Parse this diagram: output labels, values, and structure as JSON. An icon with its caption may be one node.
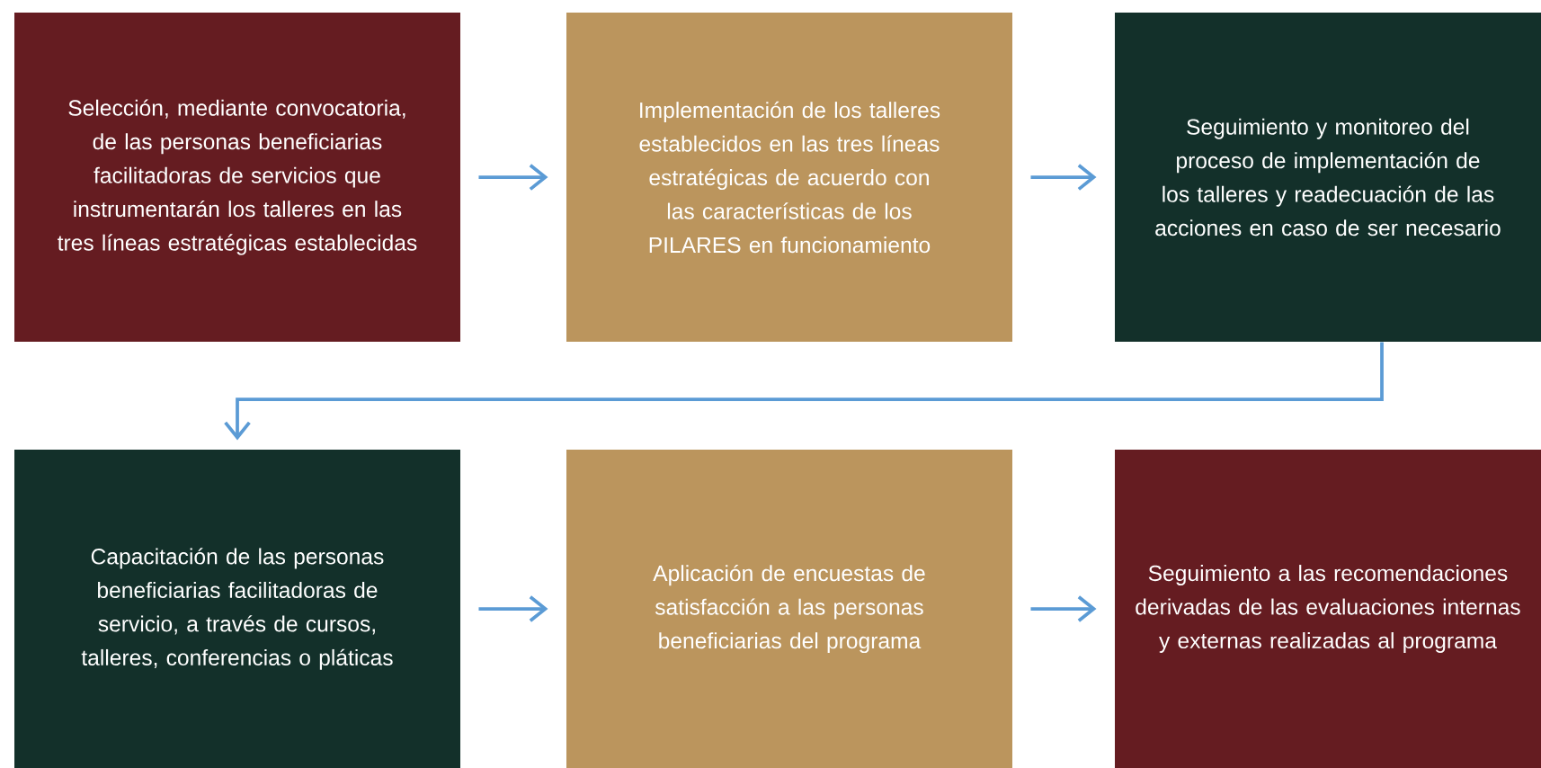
{
  "diagram": {
    "nodes": [
      {
        "text": [
          "Selección, mediante convocatoria, de las personas beneficiarias facilitadoras de servicios que instrumentarán los talleres en las tres líneas estratégicas establecidas"
        ]
      },
      {
        "text": [
          "Implementación de los talleres establecidos en las tres líneas estratégicas de acuerdo con las características de los PILARES en funcionamiento"
        ]
      },
      {
        "text": [
          "Seguimiento y monitoreo del proceso de implementación de los talleres y readecuación de las acciones en caso de ser necesario"
        ]
      },
      {
        "text": [
          "Capacitación de las personas beneficiarias facilitadoras de servicio, a través de cursos, talleres, conferencias o pláticas"
        ]
      },
      {
        "text": [
          "Aplicación de encuestas de satisfacción a las personas beneficiarias del programa"
        ]
      },
      {
        "text": [
          "Seguimiento a las recomendaciones derivadas de las evaluaciones internas y externas realizadas al programa"
        ]
      }
    ],
    "edges": [
      {
        "from": 0,
        "to": 1,
        "arrow": "to"
      },
      {
        "from": 1,
        "to": 2,
        "arrow": "to"
      },
      {
        "from": 2,
        "to": 3,
        "arrow": "to"
      },
      {
        "from": 3,
        "to": 4,
        "arrow": "to"
      },
      {
        "from": 4,
        "to": 5,
        "arrow": "to"
      }
    ]
  }
}
